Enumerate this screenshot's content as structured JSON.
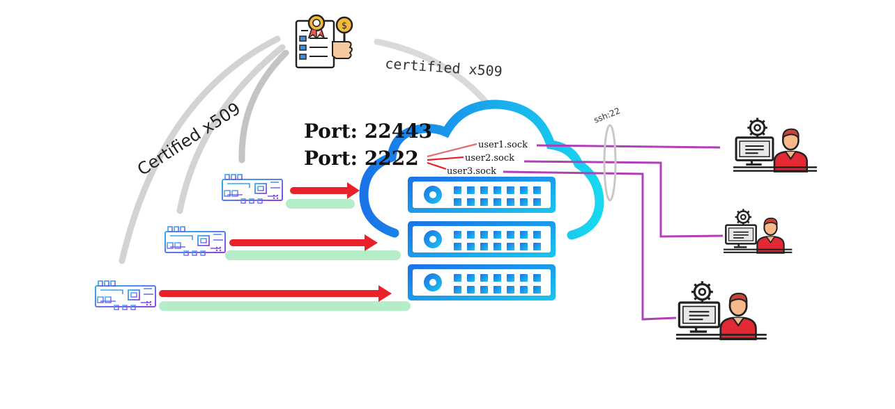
{
  "labels": {
    "cert_curve_label": "Certified x509",
    "cert_top_label": "certified x509",
    "port_1": "Port: 22443",
    "port_2": "Port: 2222",
    "sock_1": "user1.sock",
    "sock_2": "user2.sock",
    "sock_3": "user3.sock",
    "ssh_label": "ssh:22"
  },
  "icons": {
    "certificate": "certificate-document-icon",
    "device": "circuit-board-icon",
    "server": "server-rack-icon",
    "cloud": "cloud-icon",
    "user": "user-at-computer-icon"
  },
  "colors": {
    "cloud_gradient": [
      "#1a73e8",
      "#18d8f0"
    ],
    "red_arrow": "#e8222a",
    "green_band": "#b4edc8",
    "purple_line": "#b040b8",
    "grey_curve": "#cfcfcf",
    "user_shirt": "#e32934",
    "user_skin": "#f7b98c"
  }
}
